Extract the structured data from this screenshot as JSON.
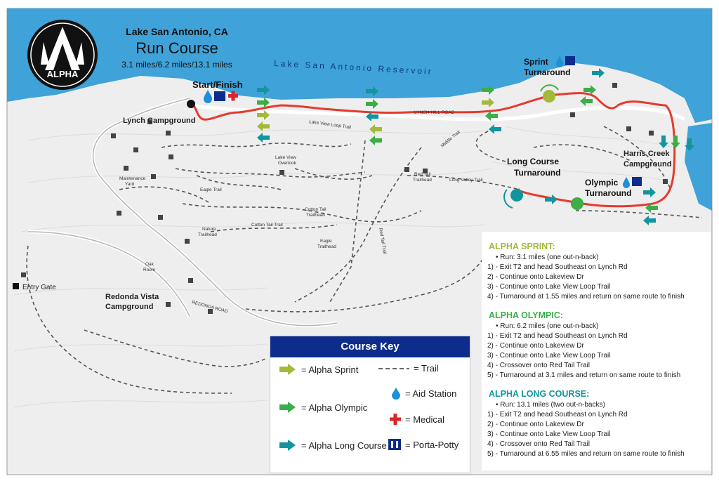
{
  "header": {
    "location": "Lake San Antonio, CA",
    "title": "Run Course",
    "distances": "3.1 miles/6.2 miles/13.1 miles",
    "logo_text": "ALPHA"
  },
  "map_labels": {
    "reservoir": "Lake San Antonio Reservoir",
    "start_finish": "Start/Finish",
    "sprint_turnaround_1": "Sprint",
    "sprint_turnaround_2": "Turnaround",
    "long_turnaround_1": "Long Course",
    "long_turnaround_2": "Turnaround",
    "olympic_turnaround_1": "Olympic",
    "olympic_turnaround_2": "Turnaround",
    "lynch_campground": "Lynch Campground",
    "harris_creek_1": "Harris Creek",
    "harris_creek_2": "Campground",
    "redonda_vista_1": "Redonda Vista",
    "redonda_vista_2": "Campground",
    "entry_gate": "Entry Gate",
    "lake_view_overlook_1": "Lake View",
    "lake_view_overlook_2": "Overlook",
    "maintenance_1": "Maintenance",
    "maintenance_2": "Yard",
    "nature_trailhead_1": "Nature",
    "nature_trailhead_2": "Trailhead",
    "cotton_tail_trailhead_1": "Cotton Tail",
    "cotton_tail_trailhead_2": "Trailhead",
    "eagle_trailhead_1": "Eagle",
    "eagle_trailhead_2": "Trailhead",
    "red_tail_trailhead_1": "Red Tail",
    "red_tail_trailhead_2": "Trailhead",
    "oak_room_1": "Oak",
    "oak_room_2": "Room",
    "lynch_hill_road": "LYNCH HILL ROAD",
    "lake_view_loop_trail": "Lake View Loop Trail",
    "long_valley_trail": "Long Valley Trail",
    "red_tail_trail": "Red Tail Trail",
    "cotton_tail_trail": "Cotton Tail Trail",
    "eagle_trail": "Eagle Trail",
    "redonda_road": "REDONDA ROAD",
    "middle_trail": "Middle Trail"
  },
  "course_key": {
    "title": "Course Key",
    "sprint": "= Alpha Sprint",
    "olympic": "= Alpha Olympic",
    "long": "= Alpha Long Course",
    "trail": "= Trail",
    "aid": "= Aid Station",
    "medical": "= Medical",
    "potty": "= Porta-Potty"
  },
  "instructions": {
    "sprint": {
      "title": "ALPHA SPRINT:",
      "run": "Run: 3.1 miles (one out-n-back)",
      "steps": [
        "1) - Exit T2 and head Southeast on Lynch Rd",
        "2) - Continue onto Lakeview Dr",
        "3) - Continue onto Lake View Loop Trail",
        "4) - Turnaround at 1.55 miles and return on same route to finish"
      ]
    },
    "olympic": {
      "title": "ALPHA OLYMPIC:",
      "run": "Run: 6.2 miles (one out-n-back)",
      "steps": [
        "1) - Exit T2 and head Southeast on Lynch Rd",
        "2) - Continue onto Lakeview Dr",
        "3) - Continue onto Lake View Loop Trail",
        "4) - Crossover onto Red Tail Trail",
        "5) - Turnaround at 3.1 miles and return on same route to finish"
      ]
    },
    "long": {
      "title": "ALPHA LONG COURSE:",
      "run": "Run: 13.1 miles (two out-n-backs)",
      "steps": [
        "1) - Exit T2 and head Southeast on Lynch Rd",
        "2) - Continue onto Lakeview Dr",
        "3) - Continue onto Lake View Loop Trail",
        "4) - Crossover onto Red Tail Trail",
        "5) - Turnaround at 6.55 miles and return on same route to finish"
      ]
    }
  },
  "colors": {
    "lake": "#3fa2d8",
    "land": "#eeeeee",
    "route": "#e63a2e",
    "sprint": "#a3b93a",
    "olympic": "#3cae49",
    "long": "#12959e",
    "key_header": "#0d2c8c",
    "medical": "#d8262c",
    "aid": "#1f8fd6"
  }
}
